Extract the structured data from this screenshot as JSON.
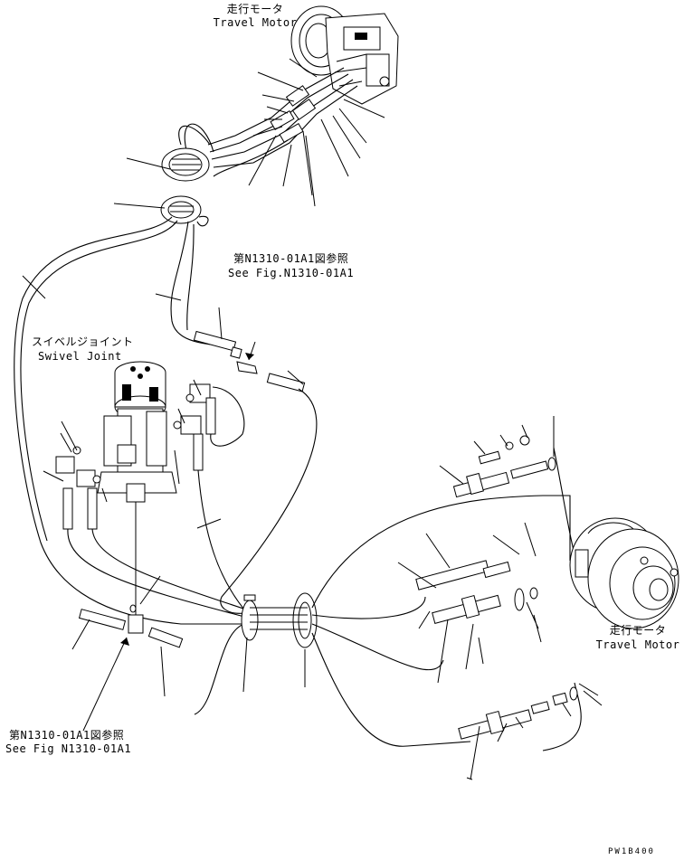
{
  "labels": {
    "travel_motor_top_jp": "走行モータ",
    "travel_motor_top_en": "Travel Motor",
    "see_fig_top_jp": "第N1310-01A1図参照",
    "see_fig_top_en": "See Fig.N1310-01A1",
    "swivel_joint_jp": "スイベルジョイント",
    "swivel_joint_en": "Swivel Joint",
    "travel_motor_right_jp": "走行モータ",
    "travel_motor_right_en": "Travel Motor",
    "see_fig_bottom_jp": "第N1310-01A1図参照",
    "see_fig_bottom_en": "See Fig N1310-01A1",
    "drawing_code": "PW1B400"
  }
}
